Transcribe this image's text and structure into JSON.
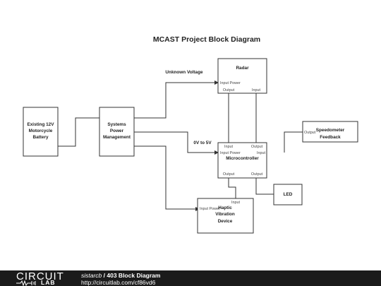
{
  "diagram": {
    "title": "MCAST Project Block Diagram",
    "blocks": {
      "battery": {
        "lines": [
          "Existing 12V",
          "Motorcycle",
          "Battery"
        ]
      },
      "power": {
        "lines": [
          "Systems",
          "Power",
          "Management"
        ]
      },
      "radar": {
        "label": "Radar",
        "ports": {
          "input_power": "Input Power",
          "output": "Output",
          "input": "Input"
        }
      },
      "micro": {
        "label": "Microcontroller",
        "ports": {
          "input_top": "Input",
          "output_top": "Output",
          "input_power": "Input Power",
          "input_right": "Input",
          "output_bottom_left": "Output",
          "output_bottom_right": "Output"
        }
      },
      "speedo": {
        "lines": [
          "Speedometer",
          "Feedback"
        ],
        "ports": {
          "output": "Output"
        }
      },
      "led": {
        "label": "LED"
      },
      "haptic": {
        "lines": [
          "Haptic",
          "Vibration",
          "Device"
        ],
        "ports": {
          "input": "Input",
          "input_power": "Input Power"
        }
      }
    },
    "wire_labels": {
      "unknown_voltage": "Unknown Voltage",
      "zero_to_five": "0V to 5V"
    }
  },
  "footer": {
    "logo_circuit": "CIRCUIT",
    "logo_lab": "LAB",
    "user": "sistarcb",
    "separator": " / ",
    "project": "403 Block Diagram",
    "url": "http://circuitlab.com/cf86vd6"
  }
}
